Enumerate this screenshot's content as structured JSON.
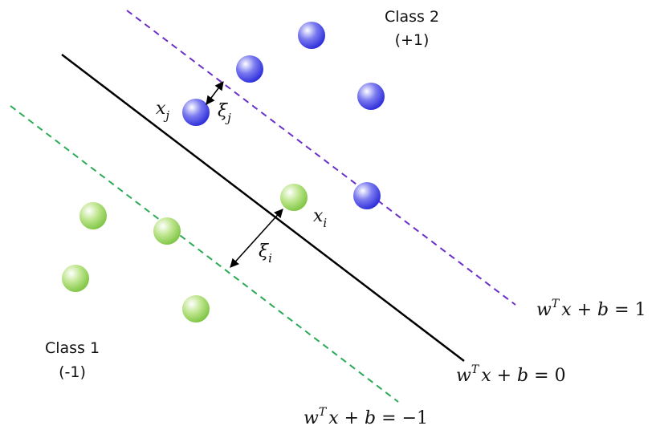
{
  "classes": {
    "class2": {
      "name": "Class 2",
      "sign": "(+1)"
    },
    "class1": {
      "name": "Class 1",
      "sign": "(-1)"
    }
  },
  "equations": {
    "positive_margin": {
      "w": "w",
      "T": "T",
      "x": "x",
      "plus": "+",
      "b": "b",
      "eq": "=",
      "rhs": "1"
    },
    "decision_boundary": {
      "w": "w",
      "T": "T",
      "x": "x",
      "plus": "+",
      "b": "b",
      "eq": "=",
      "rhs": "0"
    },
    "negative_margin": {
      "w": "w",
      "T": "T",
      "x": "x",
      "plus": "+",
      "b": "b",
      "eq": "=",
      "rhs": "−1"
    }
  },
  "points": {
    "x_j": {
      "base": "x",
      "sub": "j"
    },
    "x_i": {
      "base": "x",
      "sub": "i"
    }
  },
  "slacks": {
    "xi_j": {
      "base": "ξ",
      "sub": "j"
    },
    "xi_i": {
      "base": "ξ",
      "sub": "i"
    }
  },
  "colors": {
    "class2_point": "#3a3ae0",
    "class1_point": "#8fcc4e",
    "positive_margin_line": "#6b2fc9",
    "negative_margin_line": "#2aaa57",
    "decision_boundary_line": "#000000"
  }
}
